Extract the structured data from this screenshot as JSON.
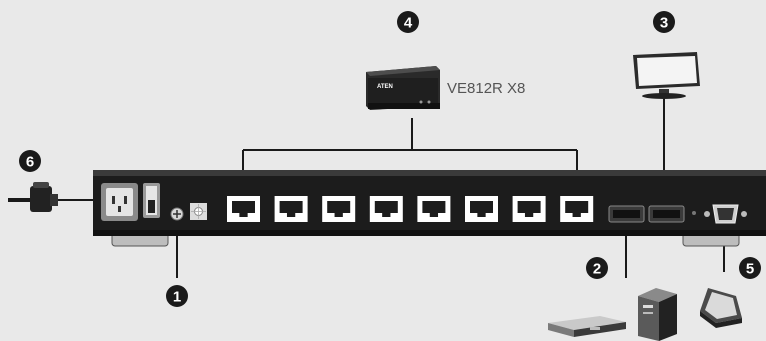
{
  "receiver": {
    "model_label": "VE812R X8",
    "brand": "ATEN"
  },
  "callouts": [
    {
      "number": "1",
      "target": "grounding-terminal"
    },
    {
      "number": "2",
      "target": "hdmi-input-ports"
    },
    {
      "number": "3",
      "target": "hdmi-display"
    },
    {
      "number": "4",
      "target": "receiver-units"
    },
    {
      "number": "5",
      "target": "rs232-serial-port"
    },
    {
      "number": "6",
      "target": "power-cord"
    }
  ],
  "colors": {
    "background": "#e9e9e9",
    "device_body": "#1c1c1c",
    "port_white": "#ffffff",
    "line": "#1a1a1a"
  },
  "icons": [
    "power-socket-icon",
    "power-switch-icon",
    "grounding-terminal-icon",
    "firmware-switch-icon",
    "rj45-port-icon",
    "hdmi-port-icon",
    "db9-serial-port-icon",
    "monitor-icon",
    "media-player-icon",
    "pc-tower-icon",
    "touch-panel-icon",
    "power-plug-icon",
    "receiver-box-icon"
  ]
}
